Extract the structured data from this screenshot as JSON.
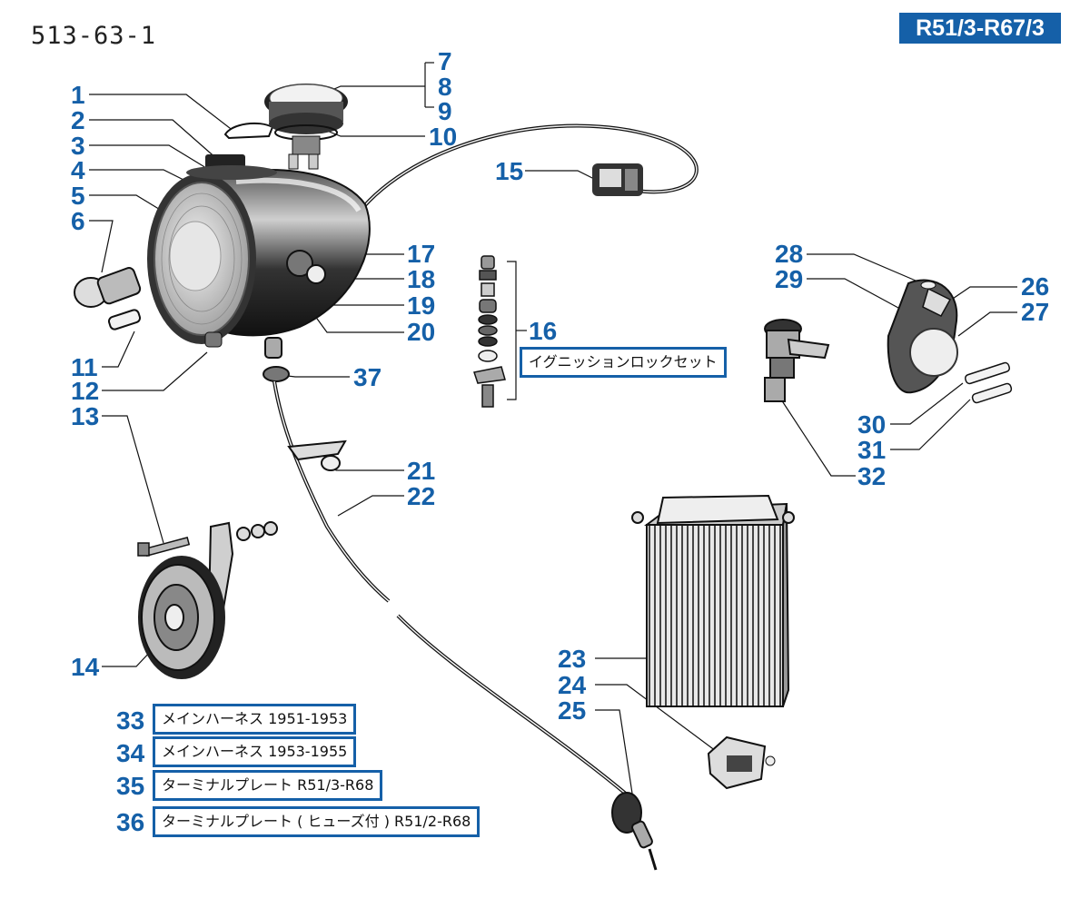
{
  "header": {
    "catalog_code": "513-63-1",
    "model_badge": "R51/3-R67/3"
  },
  "callouts": {
    "n1": "1",
    "n2": "2",
    "n3": "3",
    "n4": "4",
    "n5": "5",
    "n6": "6",
    "n7": "7",
    "n8": "8",
    "n9": "9",
    "n10": "10",
    "n11": "11",
    "n12": "12",
    "n13": "13",
    "n14": "14",
    "n15": "15",
    "n16": "16",
    "n17": "17",
    "n18": "18",
    "n19": "19",
    "n20": "20",
    "n21": "21",
    "n22": "22",
    "n23": "23",
    "n24": "24",
    "n25": "25",
    "n26": "26",
    "n27": "27",
    "n28": "28",
    "n29": "29",
    "n30": "30",
    "n31": "31",
    "n32": "32",
    "n33": "33",
    "n34": "34",
    "n35": "35",
    "n36": "36",
    "n37": "37"
  },
  "labels": {
    "ignition_lock_set": "イグニッションロックセット",
    "harness_1951": "メインハーネス 1951-1953",
    "harness_1953": "メインハーネス 1953-1955",
    "terminal_plate": "ターミナルプレート R51/3-R68",
    "terminal_plate_fuse": "ターミナルプレート ( ヒューズ付 ) R51/2-R68"
  },
  "colors": {
    "accent": "#1560a8",
    "ink": "#111111"
  }
}
